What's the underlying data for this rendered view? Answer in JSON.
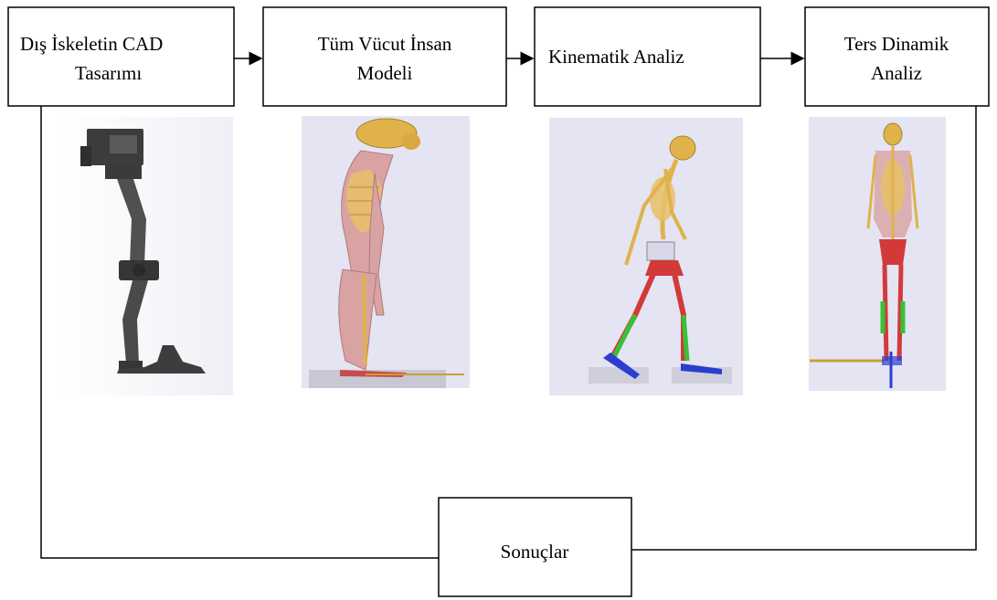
{
  "boxes": {
    "cad_design": {
      "lines": [
        "Dış İskeletin CAD",
        "Tasarımı"
      ]
    },
    "human_model": {
      "lines": [
        "Tüm Vücut İnsan",
        "Modeli"
      ]
    },
    "kinematic": {
      "lines": [
        "Kinematik Analiz"
      ]
    },
    "inverse_dynamic": {
      "lines": [
        "Ters Dinamik",
        "Analiz"
      ]
    },
    "results": {
      "lines": [
        "Sonuçlar"
      ]
    }
  },
  "images": {
    "exoskeleton": "exoskeleton-cad-render",
    "human_model": "full-body-human-skeleton-model",
    "kinematic": "walking-skeleton-kinematic-analysis",
    "inverse_dynamic": "front-view-skeleton-inverse-dynamics"
  },
  "colors": {
    "box_border": "#000000",
    "panel_bg": "#e4e4f2",
    "bone": "#e0b24a",
    "muscle": "#d9a3a3",
    "exo": "#4a4a4a"
  }
}
